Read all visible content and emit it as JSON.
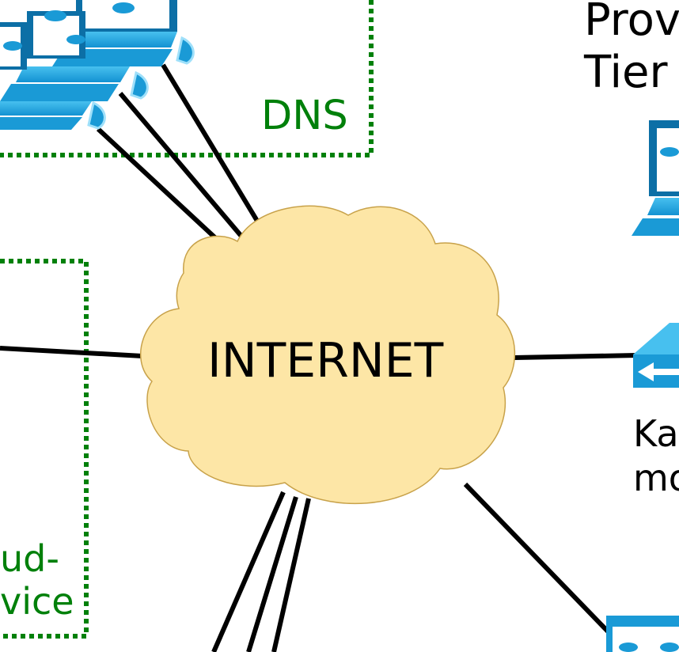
{
  "internet": {
    "label": "INTERNET",
    "fill": "#fde6a6",
    "stroke": "#c8a24a"
  },
  "dns": {
    "label": "DNS"
  },
  "cloud_service": {
    "line1": "ud-",
    "line2": "vice"
  },
  "provider": {
    "line1": "Prov",
    "line2": "Tier"
  },
  "right_device": {
    "line1": "Ka",
    "line2": "mo"
  },
  "colors": {
    "zone_border": "#00800a",
    "device_blue": "#1a9ad6",
    "device_dark": "#0c6fa6",
    "link": "#000000"
  },
  "icons": [
    "workstation-icon",
    "router-icon",
    "switch-icon"
  ]
}
